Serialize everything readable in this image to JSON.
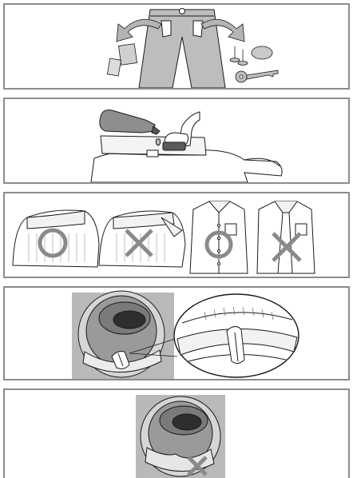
{
  "figure": {
    "panels": [
      {
        "id": "empty-pockets",
        "icons": [
          "trousers-icon",
          "arrow-left-icon",
          "arrow-right-icon",
          "paper-icon",
          "coin-icon",
          "key-icon",
          "pin-icon"
        ]
      },
      {
        "id": "pretreat-stains",
        "icons": [
          "detergent-bottle-icon",
          "hand-brush-icon",
          "collar-icon"
        ]
      },
      {
        "id": "close-fasteners",
        "icons": [
          "waistband-ok-icon",
          "waistband-wrong-icon",
          "shirt-buttoned-icon",
          "shirt-unbuttoned-icon"
        ],
        "marks": {
          "ok": "circle",
          "wrong": "cross"
        }
      },
      {
        "id": "check-door-seal",
        "icons": [
          "drum-door-icon",
          "hand-seal-icon",
          "magnified-seal-icon"
        ]
      },
      {
        "id": "no-clothes-in-seal",
        "icons": [
          "drum-door-cross-icon"
        ]
      }
    ],
    "colors": {
      "line": "#1a1a1a",
      "mark": "#8a8a8a",
      "photo_bg": "#b9b9b9",
      "frame": "#8c8c8c"
    }
  }
}
